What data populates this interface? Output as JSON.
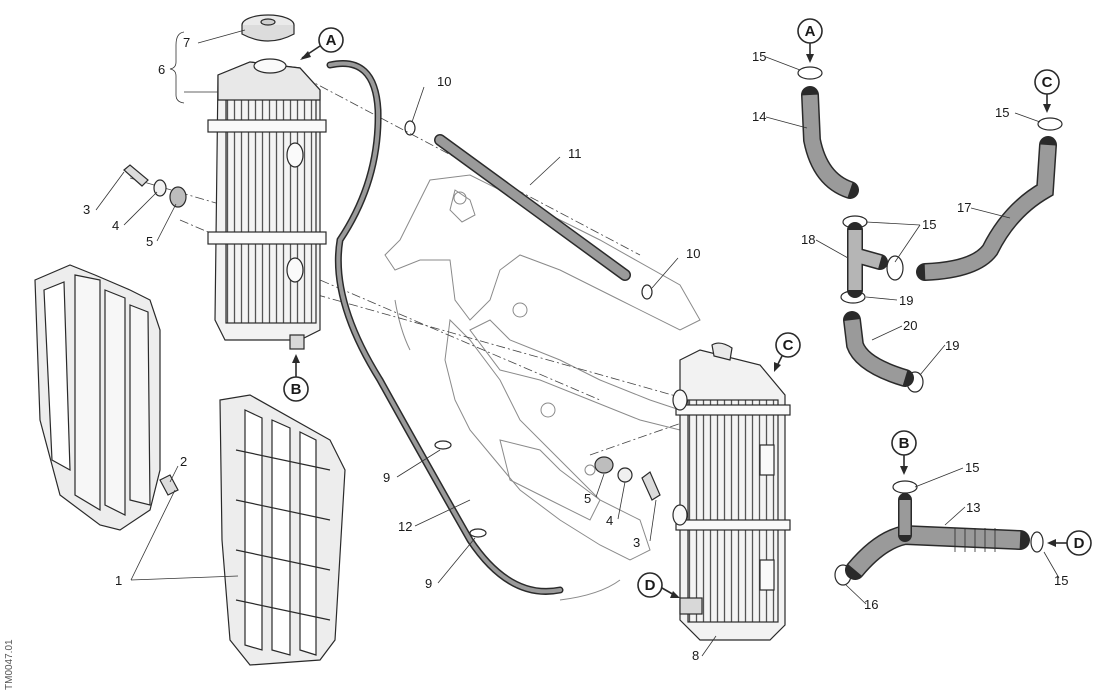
{
  "figure": {
    "reference_code": "TM0047.01",
    "part_numbers": {
      "p1": "1",
      "p2": "2",
      "p3": "3",
      "p4": "4",
      "p5": "5",
      "p6": "6",
      "p7": "7",
      "p8": "8",
      "p9": "9",
      "p10": "10",
      "p11": "11",
      "p12": "12",
      "p13": "13",
      "p14": "14",
      "p15": "15",
      "p16": "16",
      "p17": "17",
      "p18": "18",
      "p19": "19",
      "p20": "20"
    },
    "connection_letters": {
      "a": "A",
      "b": "B",
      "c": "C",
      "d": "D"
    }
  },
  "colors": {
    "hose_fill": "#9a9a9a",
    "radiator_fill": "#f2f2f2",
    "shroud_fill": "#ededed",
    "frame_fill": "#ffffff",
    "line": "#2a2a2a"
  }
}
